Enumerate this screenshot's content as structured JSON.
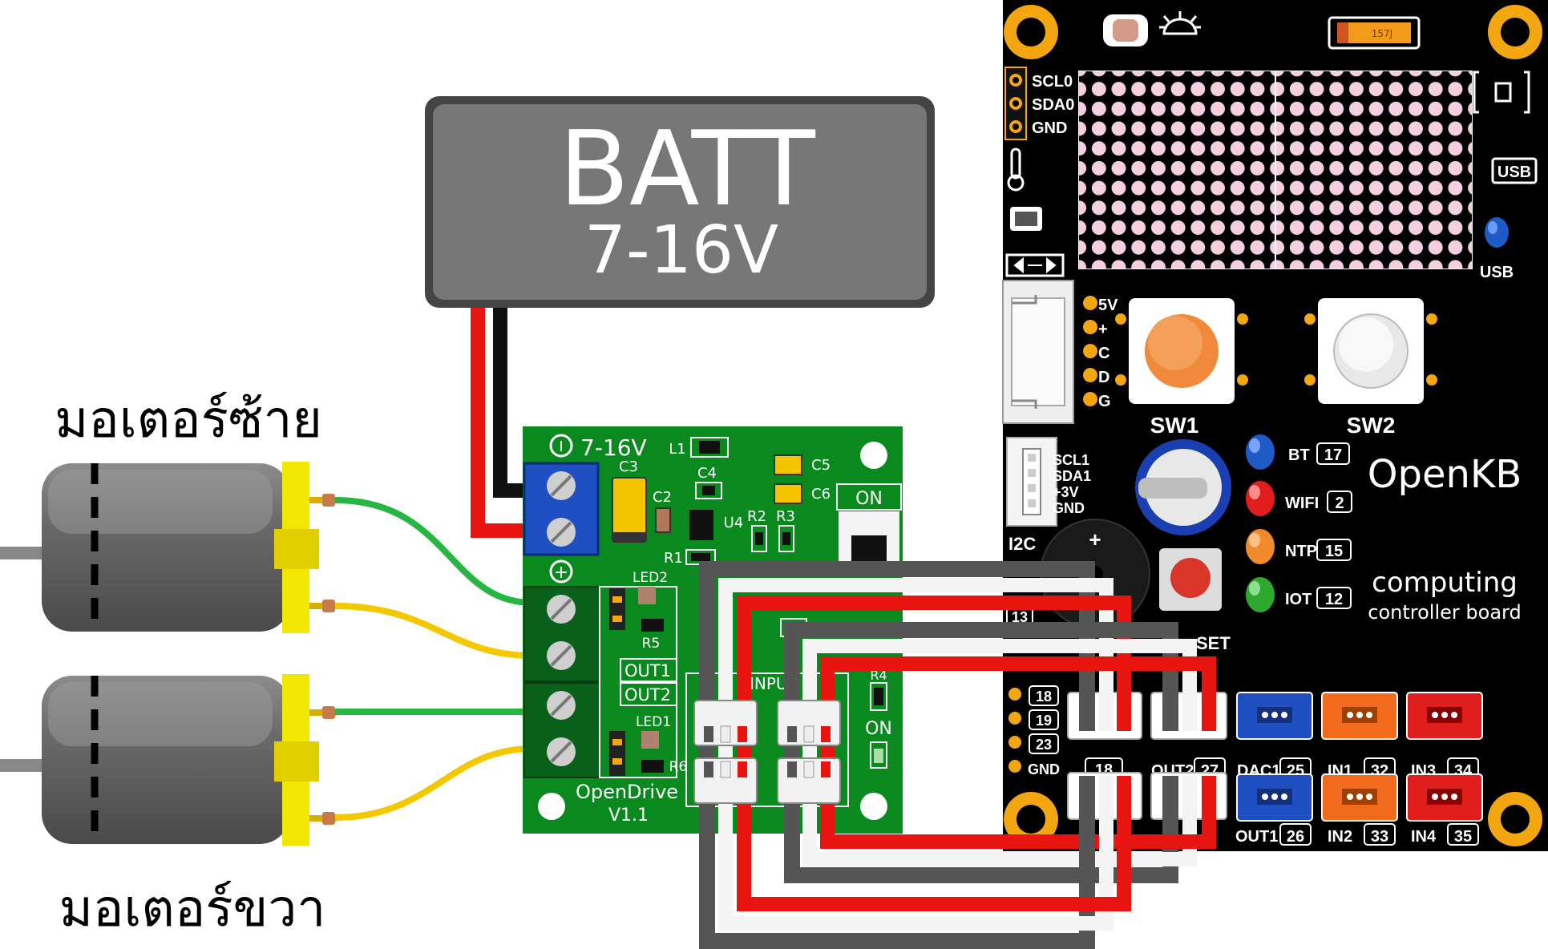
{
  "battery": {
    "title": "BATT",
    "voltage": "7-16V"
  },
  "motors": {
    "left_label": "มอเตอร์ซ้าย",
    "right_label": "มอเตอร์ขวา"
  },
  "driver_board": {
    "name": "OpenDrive",
    "version": "V1.1",
    "power_label": "7-16V",
    "plus_label": "+",
    "switch_label": "ON",
    "on_label": "ON",
    "input_label": "INPU",
    "parts": {
      "l1": "L1",
      "c3": "C3",
      "c2": "C2",
      "c4": "C4",
      "c5": "C5",
      "c6": "C6",
      "u4": "U4",
      "r2": "R2",
      "r3": "R3",
      "r1": "R1",
      "r5": "R5",
      "r6": "R6",
      "led2": "LED2",
      "led1": "LED1"
    },
    "out1": "OUT1",
    "out2": "OUT2"
  },
  "controller_board": {
    "brand": "OpenKB",
    "subtitle_1": "computing",
    "subtitle_2": "controller board",
    "sw1": "SW1",
    "sw2": "SW2",
    "usb_box": "USB",
    "usb_led": "USB",
    "reset": "SET",
    "cap_code": "157J",
    "i2c_top": [
      "SCL0",
      "SDA0",
      "GND"
    ],
    "grove_pins": [
      "5V",
      "+",
      "C",
      "D",
      "G"
    ],
    "i2c_side": [
      "SCL1",
      "SDA1",
      "+3V",
      "GND"
    ],
    "i2c_mark": "I2C",
    "pin_13": "13",
    "left_pins": [
      "18",
      "19",
      "23",
      "GND"
    ],
    "leds": [
      {
        "label": "BT",
        "pin": "17",
        "color": "#1e5bc6"
      },
      {
        "label": "WIFI",
        "pin": "2",
        "color": "#e01e1e"
      },
      {
        "label": "NTP",
        "pin": "15",
        "color": "#f08a2a"
      },
      {
        "label": "IOT",
        "pin": "12",
        "color": "#2fa82f"
      }
    ],
    "bottom_top": [
      {
        "label": "18",
        "color": "#ffffff"
      },
      {
        "label": "OUT2",
        "pin": "27",
        "color": "#ffffff"
      },
      {
        "label": "DAC1",
        "pin": "25",
        "color": "#1f4fc0"
      },
      {
        "label": "IN1",
        "pin": "32",
        "color": "#f26b1d"
      },
      {
        "label": "IN3",
        "pin": "34",
        "color": "#e01e1e"
      }
    ],
    "bottom_bottom": [
      {
        "label": "OUT1",
        "pin": "26",
        "color": "#1f4fc0"
      },
      {
        "label": "IN2",
        "pin": "33",
        "color": "#f26b1d"
      },
      {
        "label": "IN4",
        "pin": "35",
        "color": "#e01e1e"
      }
    ]
  },
  "colors": {
    "pcb_green": "#0a8a1e",
    "wire_red": "#e8140f",
    "wire_black": "#111111",
    "wire_green": "#27b543",
    "wire_yellow": "#f4c800",
    "wire_grey": "#555555",
    "battery": "#777777",
    "motor_cap": "#f3e600"
  }
}
